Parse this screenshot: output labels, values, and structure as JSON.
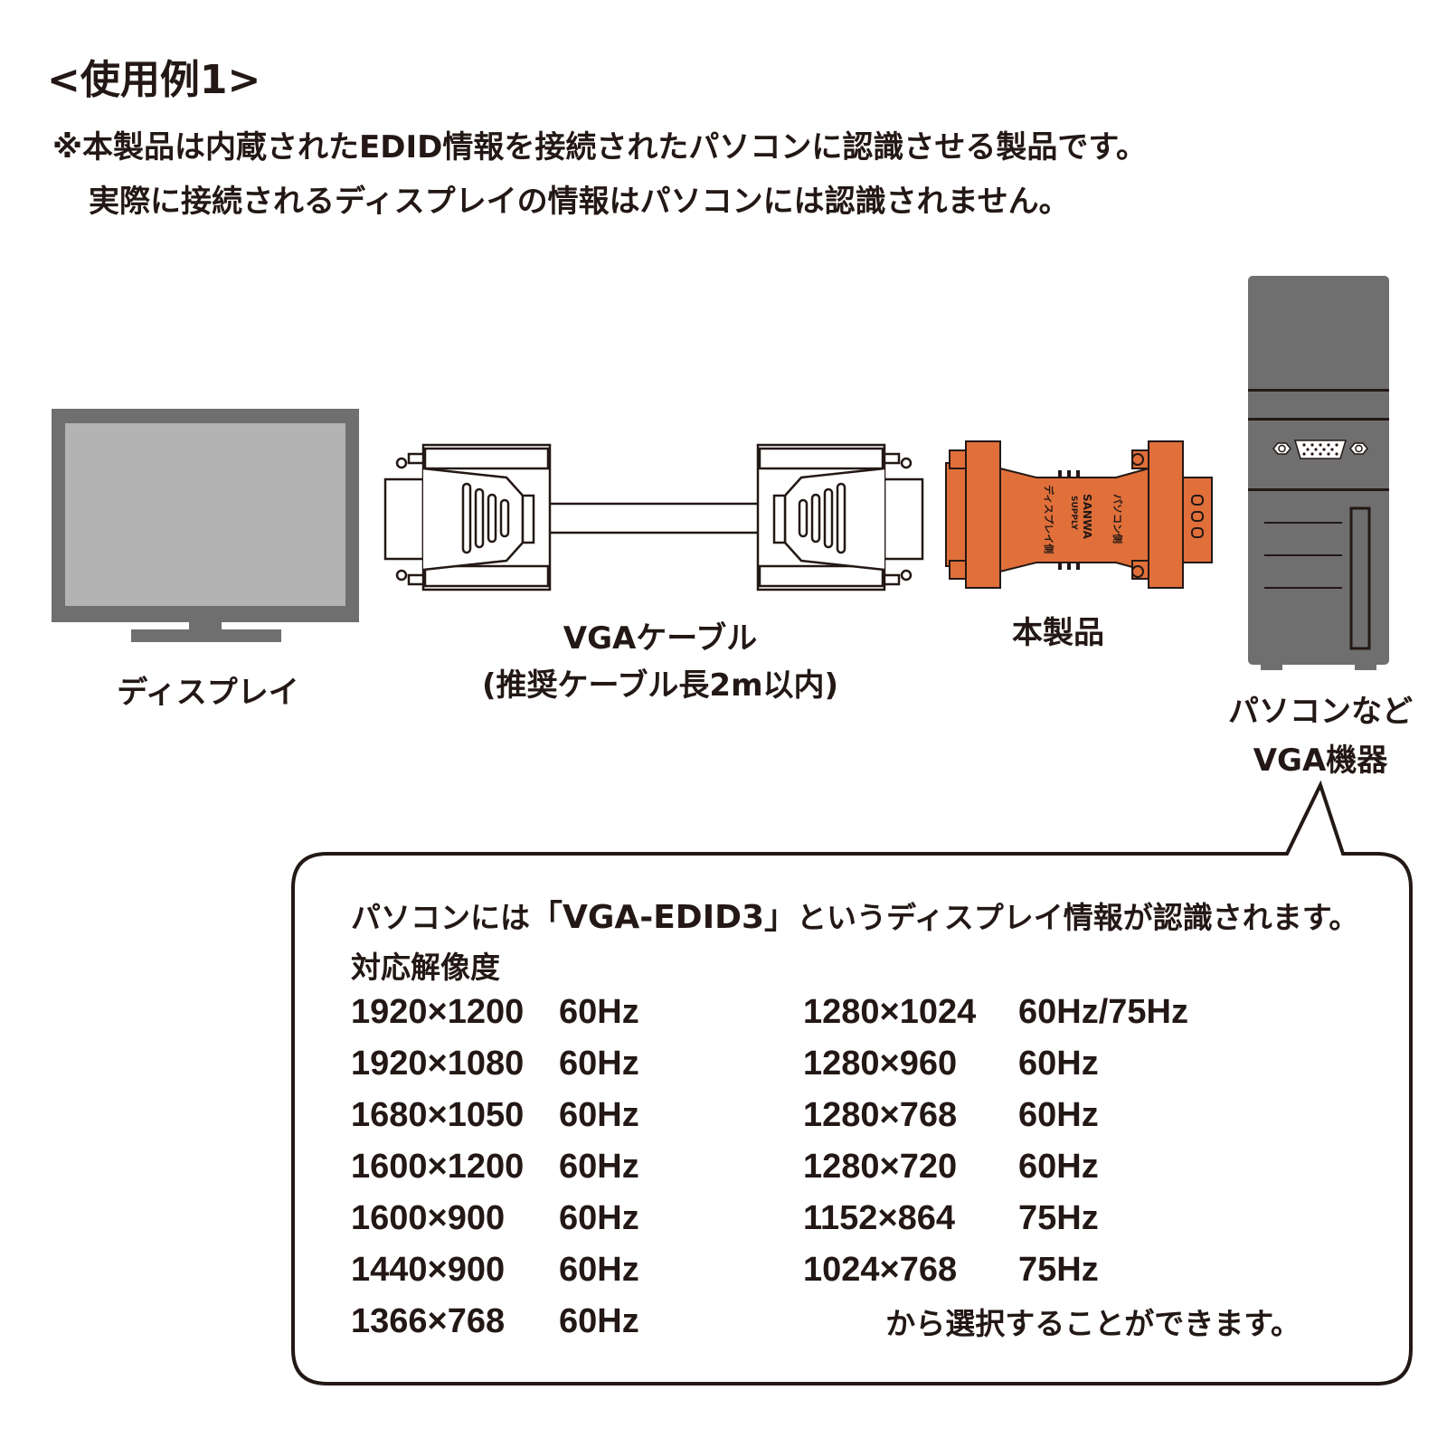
{
  "header": {
    "example_title": "<使用例1>",
    "note_line_1": "※本製品は内蔵されたEDID情報を接続されたパソコンに認識させる製品です。",
    "note_line_2": "実際に接続されるディスプレイの情報はパソコンには認識されません。"
  },
  "devices": {
    "display_label": "ディスプレイ",
    "cable_label_1": "VGAケーブル",
    "cable_label_2": "(推奨ケーブル長2m以内)",
    "adapter_label": "本製品",
    "pc_label_1": "パソコンなど",
    "pc_label_2": "VGA機器",
    "adapter_brand": "SANWA",
    "adapter_brand_sub": "SUPPLY",
    "adapter_pc_side": "パソコン側",
    "adapter_display_side": "ディスプレイ側"
  },
  "bubble": {
    "heading_prefix": "パソコンには",
    "heading_model": "「VGA-EDID3」",
    "heading_suffix": "というディスプレイ情報が認識されます。",
    "resolution_heading": "対応解像度",
    "resolutions_left": [
      {
        "size": "1920×1200",
        "rate": "60Hz"
      },
      {
        "size": "1920×1080",
        "rate": "60Hz"
      },
      {
        "size": "1680×1050",
        "rate": "60Hz"
      },
      {
        "size": "1600×1200",
        "rate": "60Hz"
      },
      {
        "size": "1600×900",
        "rate": "60Hz"
      },
      {
        "size": "1440×900",
        "rate": "60Hz"
      },
      {
        "size": "1366×768",
        "rate": "60Hz"
      }
    ],
    "resolutions_right": [
      {
        "size": "1280×1024",
        "rate": "60Hz/75Hz"
      },
      {
        "size": "1280×960",
        "rate": "60Hz"
      },
      {
        "size": "1280×768",
        "rate": "60Hz"
      },
      {
        "size": "1280×720",
        "rate": "60Hz"
      },
      {
        "size": "1152×864",
        "rate": "75Hz"
      },
      {
        "size": "1024×768",
        "rate": "75Hz"
      }
    ],
    "select_note": "から選択することができます。"
  },
  "colors": {
    "ink": "#231815",
    "device_gray": "#6f6f6f",
    "screen_gray": "#b3b3b3",
    "adapter_orange": "#e06f3a"
  }
}
